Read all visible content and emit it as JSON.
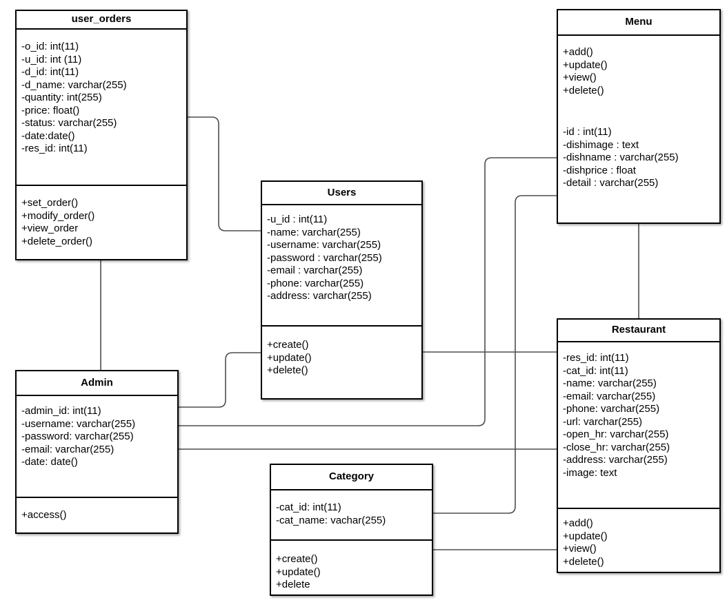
{
  "diagram": {
    "type": "uml-class-diagram",
    "colors": {
      "background": "#ffffff",
      "box_fill": "#ffffff",
      "box_border": "#000000",
      "text": "#000000",
      "connector": "#4d4d4d"
    },
    "classes": [
      {
        "id": "user_orders",
        "title": "user_orders",
        "sections": [
          {
            "groups": [
              [
                "-o_id: int(11)",
                "-u_id: int (11)",
                "-d_id: int(11)",
                "-d_name: varchar(255)",
                "-quantity: int(255)",
                "-price: float()",
                "-status: varchar(255)",
                "-date:date()",
                "-res_id: int(11)"
              ]
            ]
          },
          {
            "groups": [
              [
                "+set_order()",
                "+modify_order()",
                "+view_order",
                "+delete_order()"
              ]
            ]
          }
        ]
      },
      {
        "id": "menu",
        "title": "Menu",
        "sections": [
          {
            "groups": [
              [
                "+add()",
                "+update()",
                "+view()",
                "+delete()"
              ],
              [
                "-id : int(11)",
                "-dishimage : text",
                "-dishname : varchar(255)",
                "-dishprice : float",
                "-detail : varchar(255)"
              ]
            ]
          }
        ]
      },
      {
        "id": "users",
        "title": "Users",
        "sections": [
          {
            "groups": [
              [
                "-u_id : int(11)",
                "-name: varchar(255)",
                "-username: varchar(255)",
                "-password : varchar(255)",
                "-email : varchar(255)",
                "-phone: varchar(255)",
                "-address: varchar(255)"
              ]
            ]
          },
          {
            "groups": [
              [
                "+create()",
                "+update()",
                "+delete()"
              ]
            ]
          }
        ]
      },
      {
        "id": "admin",
        "title": "Admin",
        "sections": [
          {
            "groups": [
              [
                "-admin_id: int(11)",
                "-username: varchar(255)",
                "-password: varchar(255)",
                "-email: varchar(255)",
                "-date: date()"
              ]
            ]
          },
          {
            "groups": [
              [
                "+access()"
              ]
            ]
          }
        ]
      },
      {
        "id": "category",
        "title": "Category",
        "sections": [
          {
            "groups": [
              [
                "-cat_id: int(11)",
                "-cat_name: vachar(255)"
              ]
            ]
          },
          {
            "groups": [
              [
                "+create()",
                "+update()",
                "+delete"
              ]
            ]
          }
        ]
      },
      {
        "id": "restaurant",
        "title": "Restaurant",
        "sections": [
          {
            "groups": [
              [
                "-res_id: int(11)",
                "-cat_id: int(11)",
                "-name: varchar(255)",
                "-email: varchar(255)",
                "-phone: varchar(255)",
                "-url: varchar(255)",
                "-open_hr: varchar(255)",
                "-close_hr: varchar(255)",
                "-address: varchar(255)",
                "-image: text"
              ]
            ]
          },
          {
            "groups": [
              [
                "+add()",
                "+update()",
                "+view()",
                "+delete()"
              ]
            ]
          }
        ]
      }
    ],
    "relationships": [
      {
        "from": "user_orders",
        "to": "users"
      },
      {
        "from": "user_orders",
        "to": "admin"
      },
      {
        "from": "admin",
        "to": "users"
      },
      {
        "from": "admin",
        "to": "menu"
      },
      {
        "from": "admin",
        "to": "restaurant"
      },
      {
        "from": "users",
        "to": "restaurant"
      },
      {
        "from": "menu",
        "to": "restaurant"
      },
      {
        "from": "category",
        "to": "menu"
      },
      {
        "from": "category",
        "to": "restaurant"
      }
    ]
  }
}
